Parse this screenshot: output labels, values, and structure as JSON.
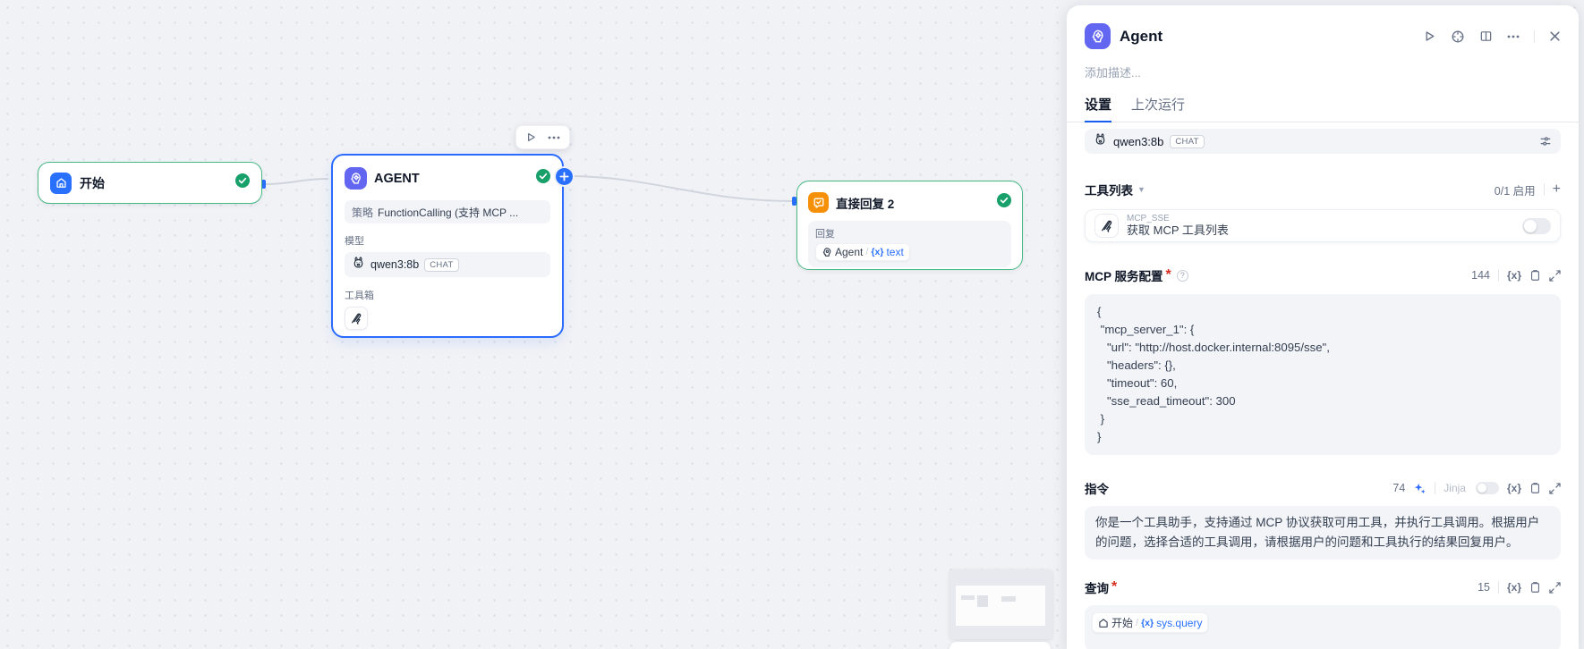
{
  "tokens": {
    "x": "{x}",
    "slash": "/",
    "plus": "+"
  },
  "colors": {
    "accent_blue": "#2970ff",
    "link_blue": "#155eef",
    "success_green": "#17a06a",
    "node_border_green": "#45b884",
    "agent_icon_bg": "#6366f1",
    "start_icon_bg": "#2970ff",
    "reply_icon_bg": "#f79009"
  },
  "canvas": {
    "start_node": {
      "title": "开始"
    },
    "agent_node": {
      "title": "AGENT",
      "strategy_label": "策略",
      "strategy_value": "FunctionCalling (支持 MCP ...",
      "model_label": "模型",
      "model_name": "qwen3:8b",
      "model_badge": "CHAT",
      "toolbox_label": "工具箱"
    },
    "reply_node": {
      "title": "直接回复 2",
      "reply_label": "回复",
      "var_node": "Agent",
      "var_name": "text"
    }
  },
  "panel": {
    "title": "Agent",
    "description_placeholder": "添加描述...",
    "tabs": [
      {
        "label": "设置"
      },
      {
        "label": "上次运行"
      }
    ],
    "model": {
      "name": "qwen3:8b",
      "badge": "CHAT"
    },
    "tool_list": {
      "title": "工具列表",
      "enabled_count": "0/1 启用"
    },
    "tool_item": {
      "name": "MCP_SSE",
      "desc": "获取 MCP 工具列表"
    },
    "mcp_config": {
      "title": "MCP 服务配置",
      "required": "*",
      "char_count": "144",
      "code": "{\n \"mcp_server_1\": {\n   \"url\": \"http://host.docker.internal:8095/sse\",\n   \"headers\": {},\n   \"timeout\": 60,\n   \"sse_read_timeout\": 300\n }\n}"
    },
    "instruction": {
      "title": "指令",
      "char_count": "74",
      "jinja_label": "Jinja",
      "text": "你是一个工具助手，支持通过 MCP 协议获取可用工具，并执行工具调用。根据用户的问题，选择合适的工具调用，请根据用户的问题和工具执行的结果回复用户。"
    },
    "query": {
      "title": "查询",
      "required": "*",
      "char_count": "15",
      "var_node": "开始",
      "var_name": "sys.query"
    }
  }
}
